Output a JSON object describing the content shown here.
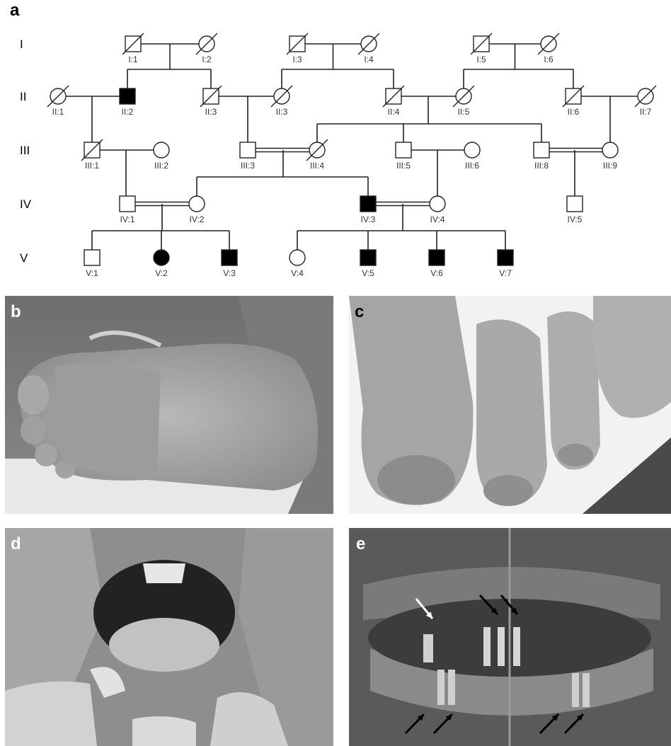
{
  "figure": {
    "panel_labels": {
      "a": "a",
      "b": "b",
      "c": "c",
      "d": "d",
      "e": "e"
    },
    "generations": [
      "I",
      "II",
      "III",
      "IV",
      "V"
    ],
    "individuals": [
      {
        "id": "I:1",
        "sex": "male",
        "affected": false,
        "deceased": true
      },
      {
        "id": "I:2",
        "sex": "female",
        "affected": false,
        "deceased": true
      },
      {
        "id": "I:3",
        "sex": "male",
        "affected": false,
        "deceased": true
      },
      {
        "id": "I:4",
        "sex": "female",
        "affected": false,
        "deceased": true
      },
      {
        "id": "I:5",
        "sex": "male",
        "affected": false,
        "deceased": true
      },
      {
        "id": "I:6",
        "sex": "female",
        "affected": false,
        "deceased": true
      },
      {
        "id": "II:1",
        "sex": "female",
        "affected": false,
        "deceased": true
      },
      {
        "id": "II:2",
        "sex": "male",
        "affected": true,
        "deceased": false
      },
      {
        "id": "II:3a",
        "label": "II:3",
        "sex": "male",
        "affected": false,
        "deceased": true
      },
      {
        "id": "II:3b",
        "label": "II:3",
        "sex": "female",
        "affected": false,
        "deceased": true
      },
      {
        "id": "II:4",
        "sex": "male",
        "affected": false,
        "deceased": true
      },
      {
        "id": "II:5",
        "sex": "female",
        "affected": false,
        "deceased": true
      },
      {
        "id": "II:6",
        "sex": "male",
        "affected": false,
        "deceased": true
      },
      {
        "id": "II:7",
        "sex": "female",
        "affected": false,
        "deceased": true
      },
      {
        "id": "III:1",
        "sex": "male",
        "affected": false,
        "deceased": true
      },
      {
        "id": "III:2",
        "sex": "female",
        "affected": false,
        "deceased": false
      },
      {
        "id": "III:3",
        "sex": "male",
        "affected": false,
        "deceased": false
      },
      {
        "id": "III:4",
        "sex": "female",
        "affected": false,
        "deceased": true
      },
      {
        "id": "III:5",
        "sex": "male",
        "affected": false,
        "deceased": false
      },
      {
        "id": "III:6",
        "sex": "female",
        "affected": false,
        "deceased": false
      },
      {
        "id": "III:8",
        "sex": "male",
        "affected": false,
        "deceased": false
      },
      {
        "id": "III:9",
        "sex": "female",
        "affected": false,
        "deceased": false
      },
      {
        "id": "IV:1",
        "sex": "male",
        "affected": false,
        "deceased": false
      },
      {
        "id": "IV:2",
        "sex": "female",
        "affected": false,
        "deceased": false
      },
      {
        "id": "IV:3",
        "sex": "male",
        "affected": true,
        "deceased": false
      },
      {
        "id": "IV:4",
        "sex": "female",
        "affected": false,
        "deceased": false
      },
      {
        "id": "IV:5",
        "sex": "male",
        "affected": false,
        "deceased": false
      },
      {
        "id": "V:1",
        "sex": "male",
        "affected": false,
        "deceased": false
      },
      {
        "id": "V:2",
        "sex": "female",
        "affected": true,
        "deceased": false
      },
      {
        "id": "V:3",
        "sex": "male",
        "affected": true,
        "deceased": false
      },
      {
        "id": "V:4",
        "sex": "female",
        "affected": false,
        "deceased": false
      },
      {
        "id": "V:5",
        "sex": "male",
        "affected": true,
        "deceased": false
      },
      {
        "id": "V:6",
        "sex": "male",
        "affected": true,
        "deceased": false
      },
      {
        "id": "V:7",
        "sex": "male",
        "affected": true,
        "deceased": false
      }
    ],
    "photos": {
      "b": {
        "subject": "foot-sole"
      },
      "c": {
        "subject": "toe-nails"
      },
      "d": {
        "subject": "open-mouth-teeth"
      },
      "e": {
        "subject": "panoramic-dental-xray",
        "arrows": 7
      }
    },
    "colors": {
      "symbol_stroke": "#222222",
      "affected_fill": "#000000",
      "line": "#222222"
    }
  }
}
